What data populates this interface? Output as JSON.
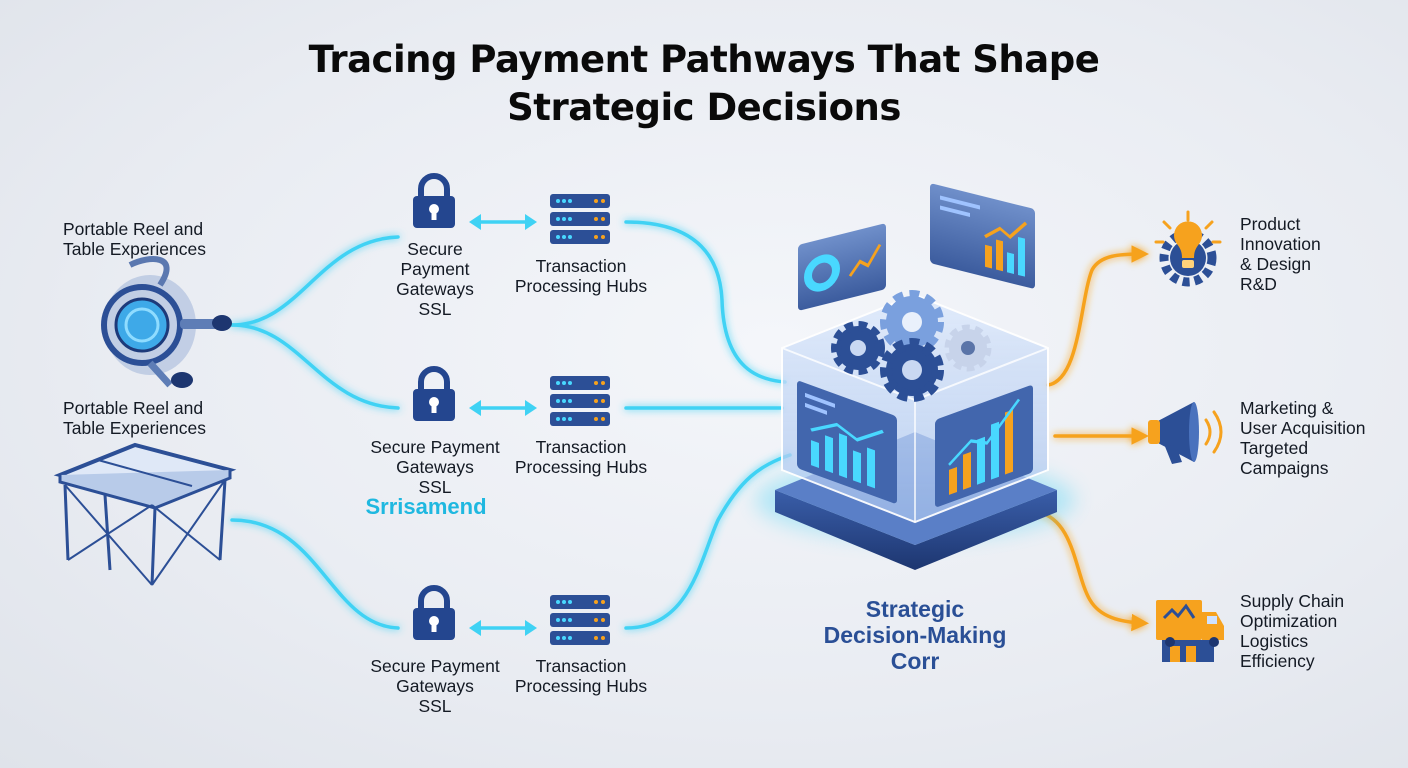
{
  "title": {
    "line1": "Tracing Payment Pathways That Shape",
    "line2": "Strategic Decisions"
  },
  "sources": [
    {
      "line1": "Portable Reel and",
      "line2": "Table Experiences",
      "icon": "fishing-reel-icon"
    },
    {
      "line1": "Portable Reel and",
      "line2": "Table Experiences",
      "icon": "folding-table-icon"
    }
  ],
  "gateways": [
    {
      "lines": [
        "Secure",
        "Payment",
        "Gateways"
      ],
      "sub": "SSL",
      "icon": "padlock-icon"
    },
    {
      "lines": [
        "Secure Payment",
        "Gateways"
      ],
      "sub": "SSL",
      "icon": "padlock-icon"
    },
    {
      "lines": [
        "Secure Payment",
        "Gateways"
      ],
      "sub": "SSL",
      "icon": "padlock-icon"
    }
  ],
  "hubs": [
    {
      "line1": "Transaction",
      "line2": "Processing Hubs",
      "icon": "server-rack-icon"
    },
    {
      "line1": "Transaction",
      "line2": "Processing Hubs",
      "icon": "server-rack-icon"
    },
    {
      "line1": "Transaction",
      "line2": "Processing Hubs",
      "icon": "server-rack-icon"
    }
  ],
  "misc_label": "Srrisamend",
  "core": {
    "line1": "Strategic",
    "line2": "Decision-Making",
    "line3": "Corr",
    "icon": "decision-cube-icon"
  },
  "outcomes": [
    {
      "lines": [
        "Product",
        "Innovation",
        "& Design"
      ],
      "sub": "R&D",
      "icon": "lightbulb-gear-icon"
    },
    {
      "lines": [
        "Marketing &",
        "User Acquisition"
      ],
      "sub_lines": [
        "Targeted",
        "Campaigns"
      ],
      "icon": "megaphone-icon"
    },
    {
      "lines": [
        "Supply Chain",
        "Optimization"
      ],
      "sub_lines": [
        "Logistics",
        "Efficiency"
      ],
      "icon": "delivery-truck-icon"
    }
  ],
  "colors": {
    "flow_cyan": "#3fd2f4",
    "flow_orange": "#f6a21e",
    "icon_navy": "#24468f",
    "core_label": "#2a4f96"
  }
}
